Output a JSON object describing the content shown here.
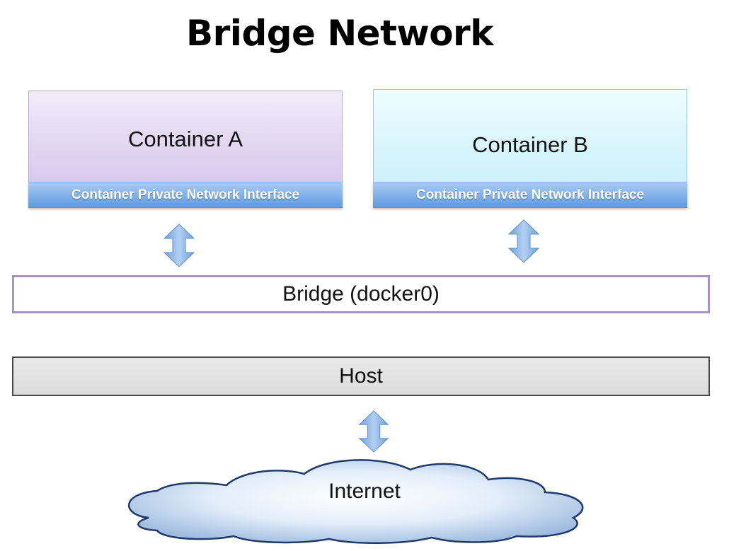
{
  "title": "Bridge Network",
  "containers": [
    {
      "label": "Container A",
      "interface_label": "Container Private Network Interface"
    },
    {
      "label": "Container B",
      "interface_label": "Container Private Network Interface"
    }
  ],
  "bridge": {
    "label": "Bridge (docker0)"
  },
  "host": {
    "label": "Host"
  },
  "internet": {
    "label": "Internet"
  },
  "colors": {
    "container_a_fill": "#e0d2f0",
    "container_b_fill": "#d6f4fb",
    "interface_bar": "#7fb0ea",
    "bridge_border": "#a791c4",
    "host_fill": "#e3e3e3",
    "arrow_fill": "#8fb8ea",
    "cloud_fill": "#b9d0ec"
  },
  "icons": [
    "double-arrow-icon",
    "cloud-icon"
  ]
}
